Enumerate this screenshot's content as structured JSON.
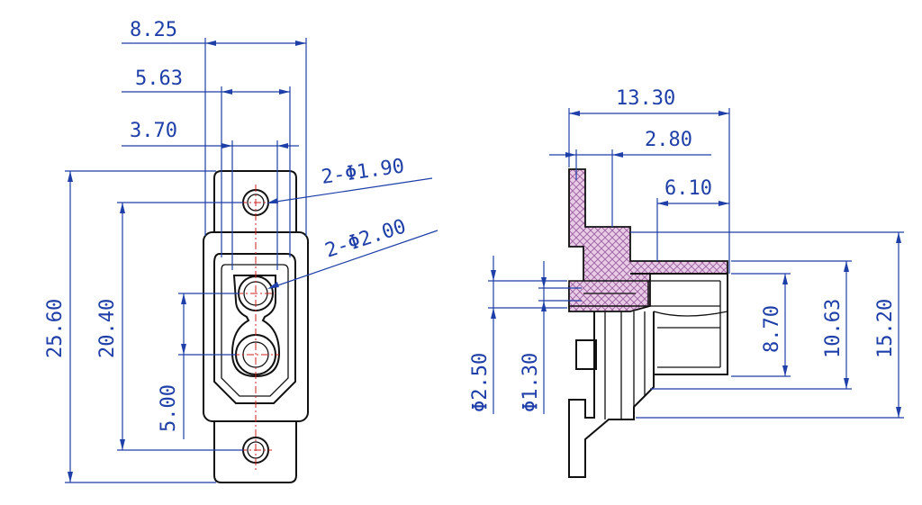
{
  "front_view": {
    "dim_width_overall": "8.25",
    "dim_width_mid": "5.63",
    "dim_width_inner": "3.70",
    "dim_height_overall": "25.60",
    "dim_height_holes": "20.40",
    "dim_pin_pitch": "5.00",
    "callout_mount_holes": "2-Φ1.90",
    "callout_pins": "2-Φ2.00"
  },
  "side_view": {
    "dim_length_overall": "13.30",
    "dim_flange_offset": "2.80",
    "dim_housing_length": "6.10",
    "dim_height_inner": "8.70",
    "dim_height_mid": "10.63",
    "dim_height_outer": "15.20",
    "dim_pin_outer_dia": "Φ2.50",
    "dim_pin_inner_dia": "Φ1.30"
  },
  "colors": {
    "dimension": "#1f3fa8",
    "outline": "#111111",
    "centerline": "#d02020",
    "section_fill": "#e8cbe6"
  }
}
